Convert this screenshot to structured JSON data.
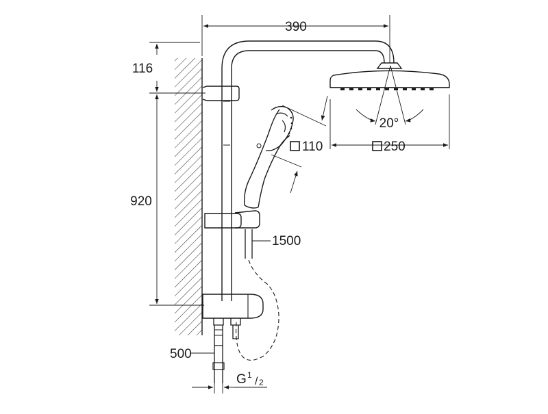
{
  "dimensions": {
    "width_top": "390",
    "height_top": "116",
    "height_rail": "920",
    "hand_shower_size": "110",
    "head_shower_size": "250",
    "tilt_angle": "20°",
    "hose_long": "1500",
    "hose_short": "500",
    "thread_prefix": "G",
    "thread_num": "1",
    "thread_den": "2"
  },
  "colors": {
    "ink": "#1a1a1a",
    "hatch": "#333333",
    "background": "#ffffff"
  }
}
